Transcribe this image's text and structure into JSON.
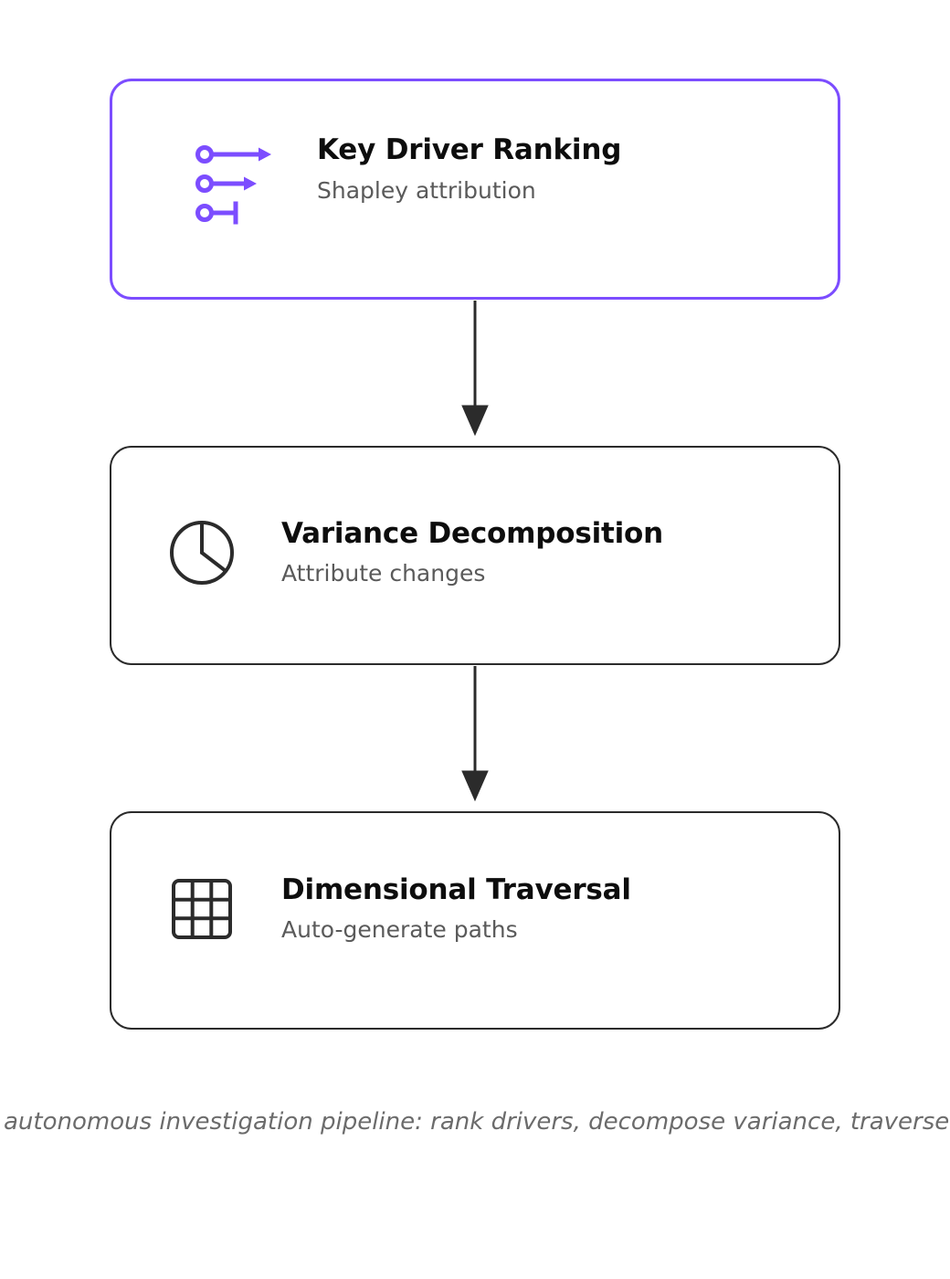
{
  "theme": {
    "accent_color": "#7c4dff",
    "line_color": "#2b2b2b",
    "title_color": "#0d0d0d",
    "subtitle_color": "#5a5a5a",
    "caption_color": "#6b6b6b",
    "background": "#ffffff"
  },
  "diagram": {
    "orientation": "vertical",
    "nodes": [
      {
        "id": "key-driver-ranking",
        "title": "Key Driver Ranking",
        "subtitle": "Shapley attribution",
        "icon": "ranking-bars-icon",
        "highlighted": true
      },
      {
        "id": "variance-decomposition",
        "title": "Variance Decomposition",
        "subtitle": "Attribute changes",
        "icon": "pie-chart-icon",
        "highlighted": false
      },
      {
        "id": "dimensional-traversal",
        "title": "Dimensional Traversal",
        "subtitle": "Auto-generate paths",
        "icon": "grid-icon",
        "highlighted": false
      }
    ],
    "connectors": [
      {
        "from": "key-driver-ranking",
        "to": "variance-decomposition",
        "kind": "arrow-down"
      },
      {
        "from": "variance-decomposition",
        "to": "dimensional-traversal",
        "kind": "arrow-down"
      }
    ]
  },
  "caption": {
    "text": "autonomous investigation pipeline: rank drivers, decompose variance, traverse dimensions"
  }
}
